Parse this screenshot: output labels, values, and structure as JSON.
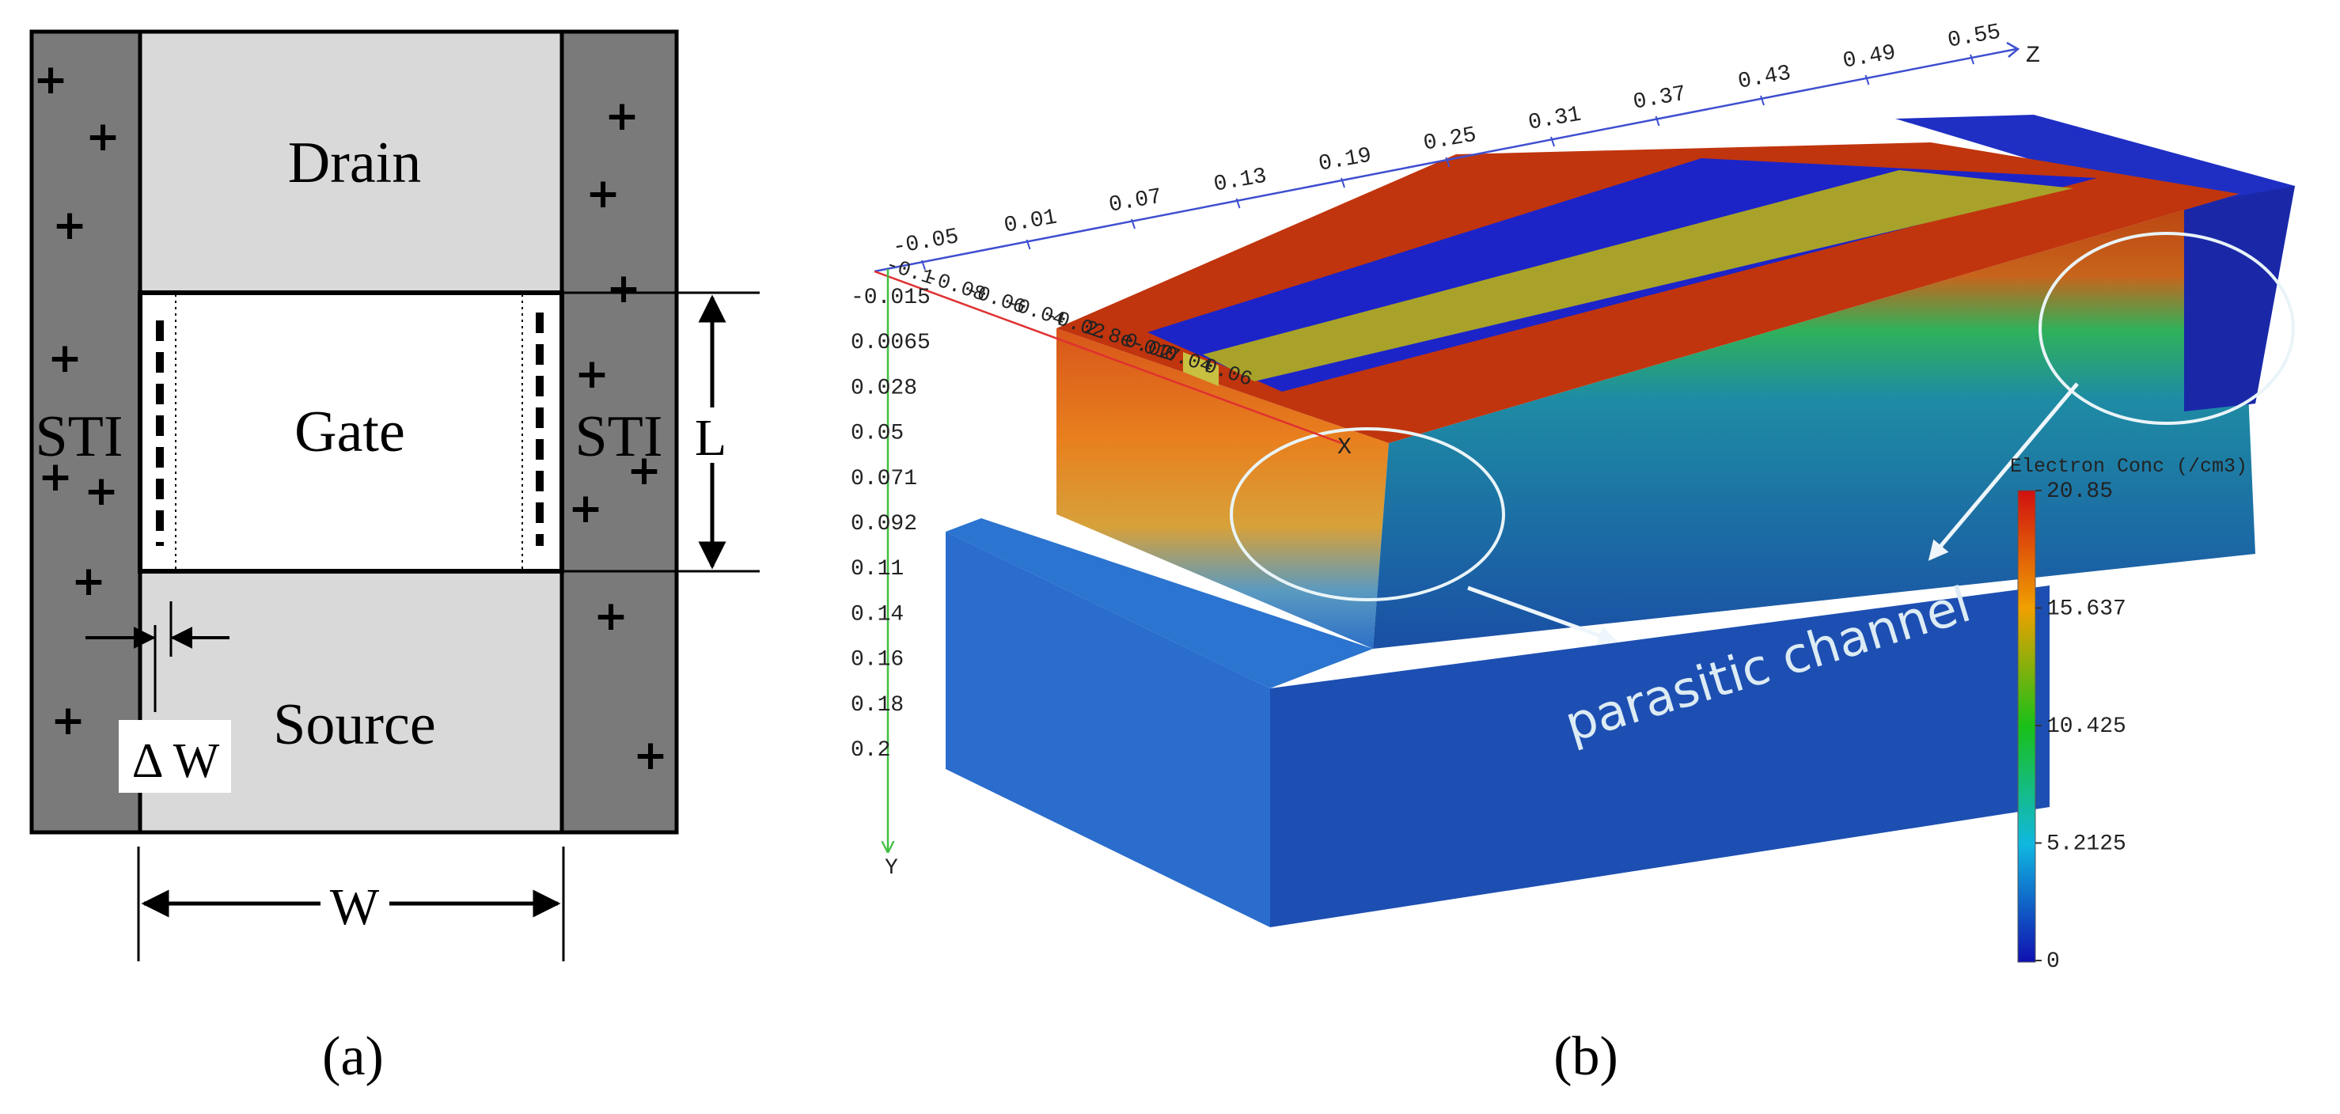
{
  "panel_a": {
    "caption": "(a)",
    "drain_label": "Drain",
    "gate_label": "Gate",
    "source_label": "Source",
    "sti_left_label": "STI",
    "sti_right_label": "STI",
    "length_label": "L",
    "width_label": "W",
    "delta_w_label": "Δ W",
    "plus_sign": "+"
  },
  "panel_b": {
    "caption": "(b)",
    "z_axis_label": "Z",
    "x_axis_label": "X",
    "y_axis_label": "Y",
    "z_ticks": [
      "-0.05",
      "0.01",
      "0.07",
      "0.13",
      "0.19",
      "0.25",
      "0.31",
      "0.37",
      "0.43",
      "0.49",
      "0.55"
    ],
    "y_ticks": [
      "-0.015",
      "0.0065",
      "0.028",
      "0.05",
      "0.071",
      "0.092",
      "0.11",
      "0.14",
      "0.16",
      "0.18",
      "0.2"
    ],
    "x_tick_fragments": [
      "-0.1",
      "-0.08",
      "-0.06",
      "-0.04",
      "-0.02",
      "2.8e-017",
      "0.02",
      "0.04",
      "0.06"
    ],
    "annotation": "parasitic channel",
    "colorbar": {
      "title": "Electron Conc (/cm3)",
      "ticks": [
        "20.85",
        "15.637",
        "10.425",
        "5.2125",
        "0"
      ]
    }
  },
  "colors": {
    "sti_fill": "#7a7a7a",
    "drain_source_fill": "#d9d9d9",
    "high_conc": "#c0350e",
    "low_conc": "#1a3f9e",
    "substrate": "#1f64c8",
    "gate_fill": "#a8a02a"
  }
}
